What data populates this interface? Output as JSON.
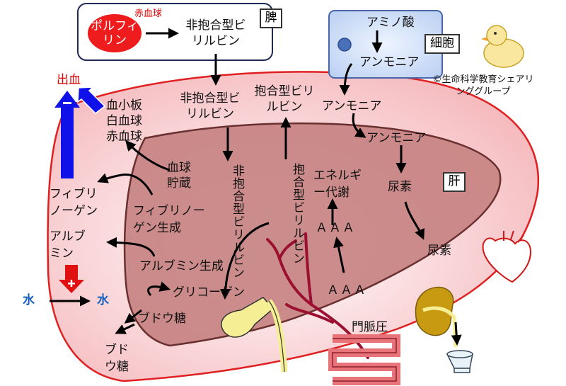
{
  "spleen": {
    "label": "脾",
    "rbc_tag": "赤血球",
    "porphyrin": "ポルフィリン",
    "bilirubin": "非抱合型ビリルビン"
  },
  "cell": {
    "label": "細胞",
    "amino_acid": "アミノ酸",
    "ammonia": "アンモニア"
  },
  "credit": "©生命科学教育シェアリンググループ",
  "bleeding": "出血",
  "outside": {
    "blood_cells": "血小板白血球赤血球",
    "fibrinogen": "フィブリノーゲン",
    "albumin": "アルブミン",
    "water_in": "水",
    "water_out": "水",
    "glucose": "ブドウ糖"
  },
  "flow": {
    "unconj_upper": "非抱合型ビリルビン",
    "conj_upper": "抱合型ビリルビン",
    "ammonia_upper": "アンモニア"
  },
  "liver": {
    "label": "肝",
    "blood_storage": "血球貯蔵",
    "unconj": "非抱合型ビリルビン",
    "conj": "抱合型ビリルビン",
    "energy": "エネルギー代謝",
    "ammonia": "アンモニア",
    "urea": "尿素",
    "aaa_upper": "ＡＡＡ",
    "fibrinogen_syn": "フィブリノーゲン生成",
    "albumin_syn": "アルブミン生成",
    "glycogen": "グリコーゲン",
    "glucose": "ブドウ糖"
  },
  "gut": {
    "aaa_lower": "ＡＡＡ",
    "portal": "門脈圧"
  },
  "kidney": {
    "urea": "尿素"
  },
  "colors": {
    "body_fill": "#f7c6c8",
    "body_stroke": "#e02020",
    "liver_fill": "#c78382",
    "liver_stroke": "#6a3030",
    "bleed_arrow": "#1010e8",
    "rbc_fill": "#ee1c1c",
    "cell_fill": "#c9dcf7",
    "vessel": "#9b1030",
    "gallbladder": "#f6ee94",
    "intestine": "#e8747a",
    "kidney": "#c79a12"
  }
}
